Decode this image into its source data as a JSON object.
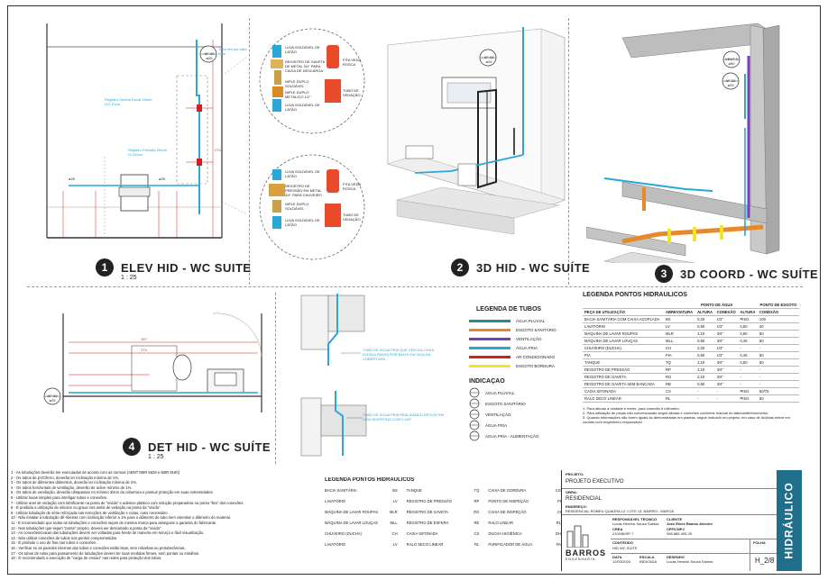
{
  "views": {
    "v1": {
      "num": "1",
      "title": "ELEV HID - WC SUITE",
      "scale": "1 : 25",
      "tags": {
        "af": "AF-02",
        "af_d": "ø25",
        "tubo": "Tubo reti por baixo do forro",
        "reg_duch": "Registro Gaveta Ducal 25mm H:2.10cm",
        "reg_press": "Registro Pressão 25mm H:120cm",
        "d25a": "ø25",
        "d25b": "ø25",
        "dim": "274"
      },
      "detail_top": {
        "l1": "LUVA SOLDÁVEL DE LATÃO",
        "l2": "REGISTRO DE GAVETA DE METAL 3/4\" PARA CAIXA DE DESCARGA",
        "l3": "NIPLE DUPLO SOLDÁVEL",
        "l4": "NIPLE DUPLO METÁLICO 1/2\"",
        "l5": "LUVA SOLDÁVEL DE LATÃO",
        "l6": "FITA VEDA ROSCA",
        "l7": "TUBO DE VEDAÇÃO"
      },
      "detail_bot": {
        "l1": "LUVA SOLDÁVEL DE LATÃO",
        "l2": "REGISTRO DE PRESSÃO EM METAL 3/4\" PARA CHUVEIRO",
        "l3": "NIPLE DUPLO SOLDÁVEL",
        "l4": "LUVA SOLDÁVEL DE LATÃO",
        "l5": "FITA VEDA ROSCA",
        "l6": "TUBO DE VEDAÇÃO"
      }
    },
    "v2": {
      "num": "2",
      "title": "3D HID - WC SUÍTE",
      "tags": {
        "af": "AF-02",
        "af_d": "ø25"
      }
    },
    "v3": {
      "num": "3",
      "title": "3D COORD - WC SUÍTE",
      "tags": {
        "vent": "VENT-3",
        "vent_d": "ø50",
        "af": "AF-02",
        "af_d": "ø25"
      }
    },
    "v4": {
      "num": "4",
      "title": "DET HID - WC SUÍTE",
      "scale": "1 : 25",
      "tags": {
        "af": "AF-02",
        "af_d": "ø25",
        "d1": "197",
        "d2": "174"
      }
    },
    "mid": {
      "note1": "TUBO DE ÁGUA FRIA QUE VEM DA CAIXA D'ÁGUA PASSA POR BAIXO DA VIGA DA COBERTURA",
      "note2": "TUBO DE ÁGUA FRIA REALIZANDO DESVIO EM VIGA INVERTIDA COM 2 x45°"
    }
  },
  "tube_legend": {
    "title": "LEGENDA DE TUBOS",
    "items": [
      {
        "label": "ÁGUA PLUVIAL",
        "color": "#1f8f8f"
      },
      {
        "label": "ESGOTO SANITÁRIO",
        "color": "#e58a2c"
      },
      {
        "label": "VENTILAÇÃO",
        "color": "#7a3fb8"
      },
      {
        "label": "ÁGUA FRIA",
        "color": "#2aa7d6"
      },
      {
        "label": "AR CONDICIONADO",
        "color": "#d11f1f"
      },
      {
        "label": "ESGOTO BORDURA",
        "color": "#f5e22a"
      }
    ]
  },
  "indication": {
    "title": "INDICAÇÃO",
    "items": [
      "ÁGUA PLUVIAL",
      "ESGOTO SANITÁRIO",
      "VENTILAÇÃO",
      "ÁGUA FRIA",
      "ÁGUA FRIA - ALIMENTAÇÃO"
    ]
  },
  "points_table": {
    "title": "LEGENDA PONTOS HIDRÁULICOS",
    "group1": "PONTO DE ÁGUA",
    "group2": "PONTO DE ESGOTO",
    "headers": [
      "PEÇA DE UTILIZAÇÃO",
      "",
      "ABREVIATURA",
      "ALTURA",
      "CONEXÃO",
      "ALTURA",
      "CONEXÃO"
    ],
    "rows": [
      [
        "BACIA SANITÁRIA COM CAIXA ACOPLADA",
        "BS",
        "0,20",
        "1/2\"",
        "PISO",
        "100"
      ],
      [
        "LAVATÓRIO",
        "LV",
        "0,60",
        "1/2\"",
        "0,50",
        "40"
      ],
      [
        "MÁQUINA DE LAVAR ROUPAS",
        "MLR",
        "1,10",
        "3/4\"",
        "0,90",
        "50"
      ],
      [
        "MÁQUINA DE LAVAR LOUÇAS",
        "MLL",
        "0,60",
        "3/4\"",
        "0,45",
        "50"
      ],
      [
        "CHUVEIRO (DUCHA)",
        "CH",
        "2,20",
        "1/2\"",
        "-",
        "-"
      ],
      [
        "PIA",
        "PIA",
        "0,60",
        "1/2\"",
        "0,45",
        "50"
      ],
      [
        "TANQUE",
        "TQ",
        "1,10",
        "3/4\"",
        "0,50",
        "50"
      ],
      [
        "REGISTRO DE PRESSÃO",
        "RP",
        "1,10",
        "3/4\"",
        "-",
        "-"
      ],
      [
        "REGISTRO DE GAVETA",
        "RG",
        "2,10",
        "3/4\"",
        "-",
        "-"
      ],
      [
        "REGISTRO DE GAVETA SEM BANCADA",
        "RB",
        "0,60",
        "3/4\"",
        "-",
        "-"
      ],
      [
        "CAIXA SIFONADA",
        "CS",
        "-",
        "-",
        "PISO",
        "50/75"
      ],
      [
        "RALO SECO LINEAR",
        "RL",
        "-",
        "-",
        "PISO",
        "50"
      ]
    ],
    "footnotes": [
      "1. Para alturas a unidade é metro, para conexão é milímetro.",
      "2. Para utilização de peças não convencionais seguir alturas e conexões conforme manual do fabricante/fornecedor.",
      "3. Quando informações não forem iguais às demonstradas em plantas, seguir indicado em projeto, em caso de dúvidas entrar em contato com engenheiro responsável."
    ]
  },
  "notes": [
    "1 - As tubulações deverão ser executadas de acordo com as normas (ABNT NBR 5626 e NBR 8160)",
    "2 - Os tubos de pVC/ferro, deverão ter inclinação mínima de 1%.",
    "3 - Os tubos de diferentes diâmetros, deverão ter inclinação mínima de 2%.",
    "4 - Os tubos horizontais de ventilação, deverão ter aclive mínimo de 1%.",
    "5 - Os tubos de ventilação, deverão ultrapassar no mínimo 30cm da cobertura e possuir proteção em suas extremidades.",
    "6 - Utilizar luvas simples para interligar tubos e conexões.",
    "7 - Utilizar anel de vedação com lubrificante na ponta de \"vivida\" e adesivo plástico com solução preparadora na ponta \"lisa\" dos conexões.",
    "8 - É proibida a utilização de silicone ou graxa nos anéis de vedação na ponta da \"vivida\".",
    "9 - Utilizar tubulação de série reforçada nas remoções de ventilação e cotas, caso necessário.",
    "10 - Não instalar a tubulação dê-ribeiras com inclinação inferior a 1% para o diâmetro do tubo sem cimentar o diâmetro do material.",
    "11 - É recomendado que todas as tubulações e conexões sejam de mesma marca para assegurar a garantia do fabricante.",
    "12 - Nas tubulações que sejam \"ponta\" proprio, deverá ser descartado a ponta da \"vivida\".",
    "13 - As conexões/caixas das tubulações devem ser voltadas para frente de maneira em serviço e fácil visualização.",
    "14 - Não utilizar conexões de tubos nos pontos comprometidos.",
    "15 - É proibido o uso de fios nas tubos e conexões.",
    "16 - Verificar se as paredes internas das tubos e conexões estão lisas, sem rebarbas ou protuberâncias.",
    "17 - Os tubos de ralos para passamento de tubulações devem ter suas medidas firmes, sem pontas ou entulhos.",
    "18 - É recomendado a execução de \"carga de ensaio\" nas redes para proteção dos tubos."
  ],
  "bottom_points": {
    "title": "LEGENDA PONTOS HIDRÁULICOS",
    "cols": [
      [
        [
          "BACIA SANITÁRIA",
          "BS"
        ],
        [
          "LAVATÓRIO",
          "LV"
        ],
        [
          "MÁQUINA DE LAVAR ROUPAS",
          "MLR"
        ],
        [
          "MÁQUINA DE LAVAR LOUÇAS",
          "MLL"
        ],
        [
          "CHUVEIRO (DUCHA)",
          "CH"
        ],
        [
          "LAVATÓRIO",
          "LV"
        ]
      ],
      [
        [
          "TANQUE",
          "TQ"
        ],
        [
          "REGISTRO DE PRESSÃO",
          "RP"
        ],
        [
          "REGISTRO DE GAVETA",
          "RG"
        ],
        [
          "REGISTRO DE ESFERA",
          "RE"
        ],
        [
          "CAIXA SIFONADA",
          "CS"
        ],
        [
          "RALO SECO LINEAR",
          "RL"
        ]
      ],
      [
        [
          "CAIXA DE GORDURA",
          "CG"
        ],
        [
          "PONTO DE INSPEÇÃO",
          "PI"
        ],
        [
          "CAIXA DE INSPEÇÃO",
          "CI"
        ],
        [
          "RALO LINEAR",
          "RL"
        ],
        [
          "DUCHA HIGIÊNICA",
          "DH"
        ],
        [
          "PURIFICADOR DE ÁGUA",
          "PA"
        ]
      ]
    ]
  },
  "title_block": {
    "projeto_lbl": "PROJETO:",
    "projeto": "PROJETO EXECUTIVO",
    "obra_lbl": "OBRA:",
    "obra": "RESIDENCIAL",
    "end_lbl": "ENDEREÇO:",
    "end": "RESIDENCIAL ROMEU QUADRA 12, LOTE 13, BAIRRO - MAROÁ",
    "resp_lbl": "RESPONSÁVEL TÉCNICO",
    "resp": "Lucas Henrick Souza Santos",
    "cli_lbl": "CLIENTE",
    "cli": "Jose Elves Ramos Alecrim",
    "crea_lbl": "CREA",
    "crea": "210048/SP-7",
    "cpf_lbl": "CPF/CNPJ",
    "cpf": "356.885.495-25",
    "conteudo_lbl": "CONTEÚDO",
    "conteudo": "HID WC SUITE",
    "data_lbl": "DATA",
    "data": "12/03/2024",
    "escala_lbl": "ESCALA",
    "escala": "INDICADA",
    "desenho_lbl": "DESENHO",
    "desenho": "Lucas Henrick Souza Santos",
    "folha_lbl": "FOLHA",
    "folha": "H_2/8",
    "logo": "BARROS",
    "logo_sub": "ENGENHARIA",
    "discipline": "HIDRÁULICO"
  }
}
